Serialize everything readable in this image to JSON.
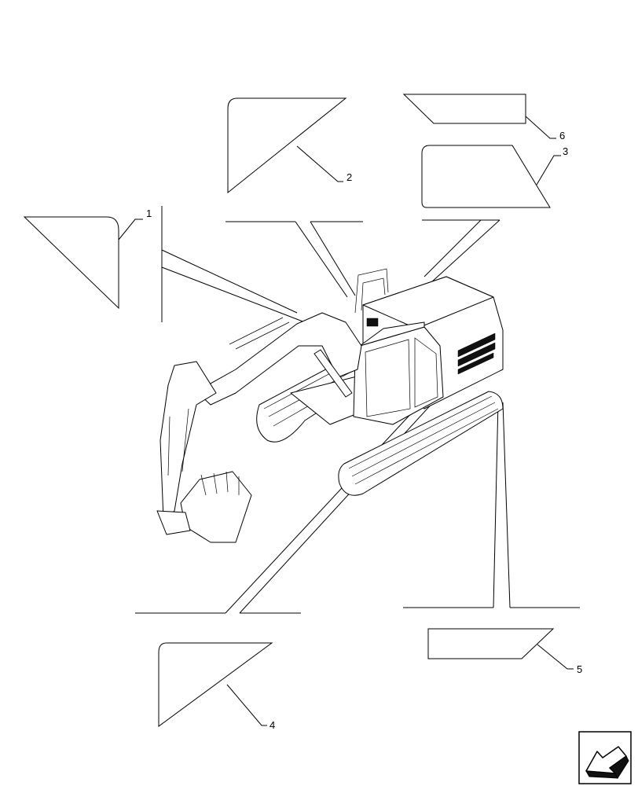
{
  "callouts": [
    {
      "id": "callout-1",
      "label": "1"
    },
    {
      "id": "callout-2",
      "label": "2"
    },
    {
      "id": "callout-3",
      "label": "3"
    },
    {
      "id": "callout-4",
      "label": "4"
    },
    {
      "id": "callout-5",
      "label": "5"
    },
    {
      "id": "callout-6",
      "label": "6"
    }
  ],
  "icons": {
    "nav": "arrow-icon"
  }
}
